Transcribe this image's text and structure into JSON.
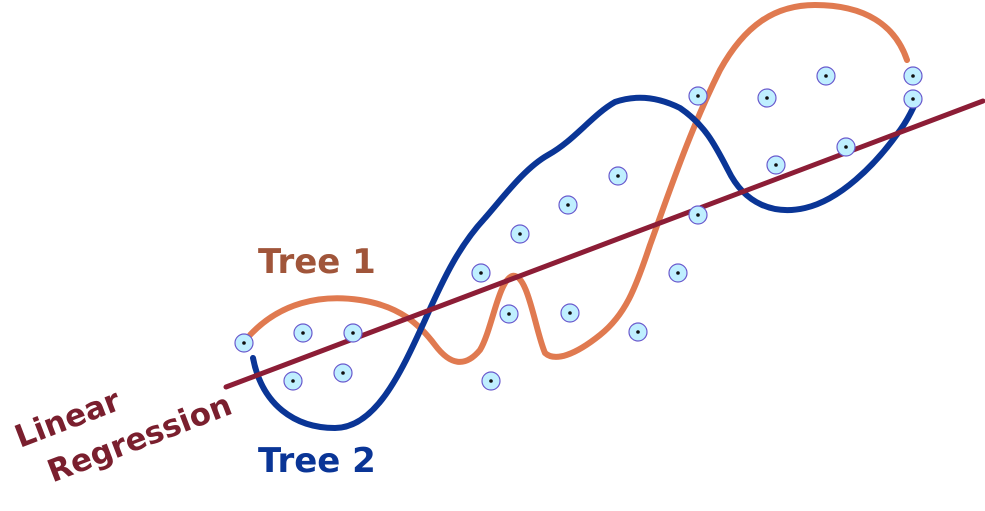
{
  "labels": {
    "tree1": "Tree 1",
    "tree2": "Tree 2",
    "linear_line1": "Linear",
    "linear_line2": "Regression"
  },
  "colors": {
    "tree1": "#E07A50",
    "tree2": "#0A3596",
    "linear": "#8C1D36",
    "tree1_label": "#A0553A",
    "tree2_label": "#0A3596",
    "linear_label": "#7A1F2E",
    "point_fill": "#BFEFFF",
    "point_stroke": "#6A5ACD",
    "point_dot": "#111111"
  }
}
